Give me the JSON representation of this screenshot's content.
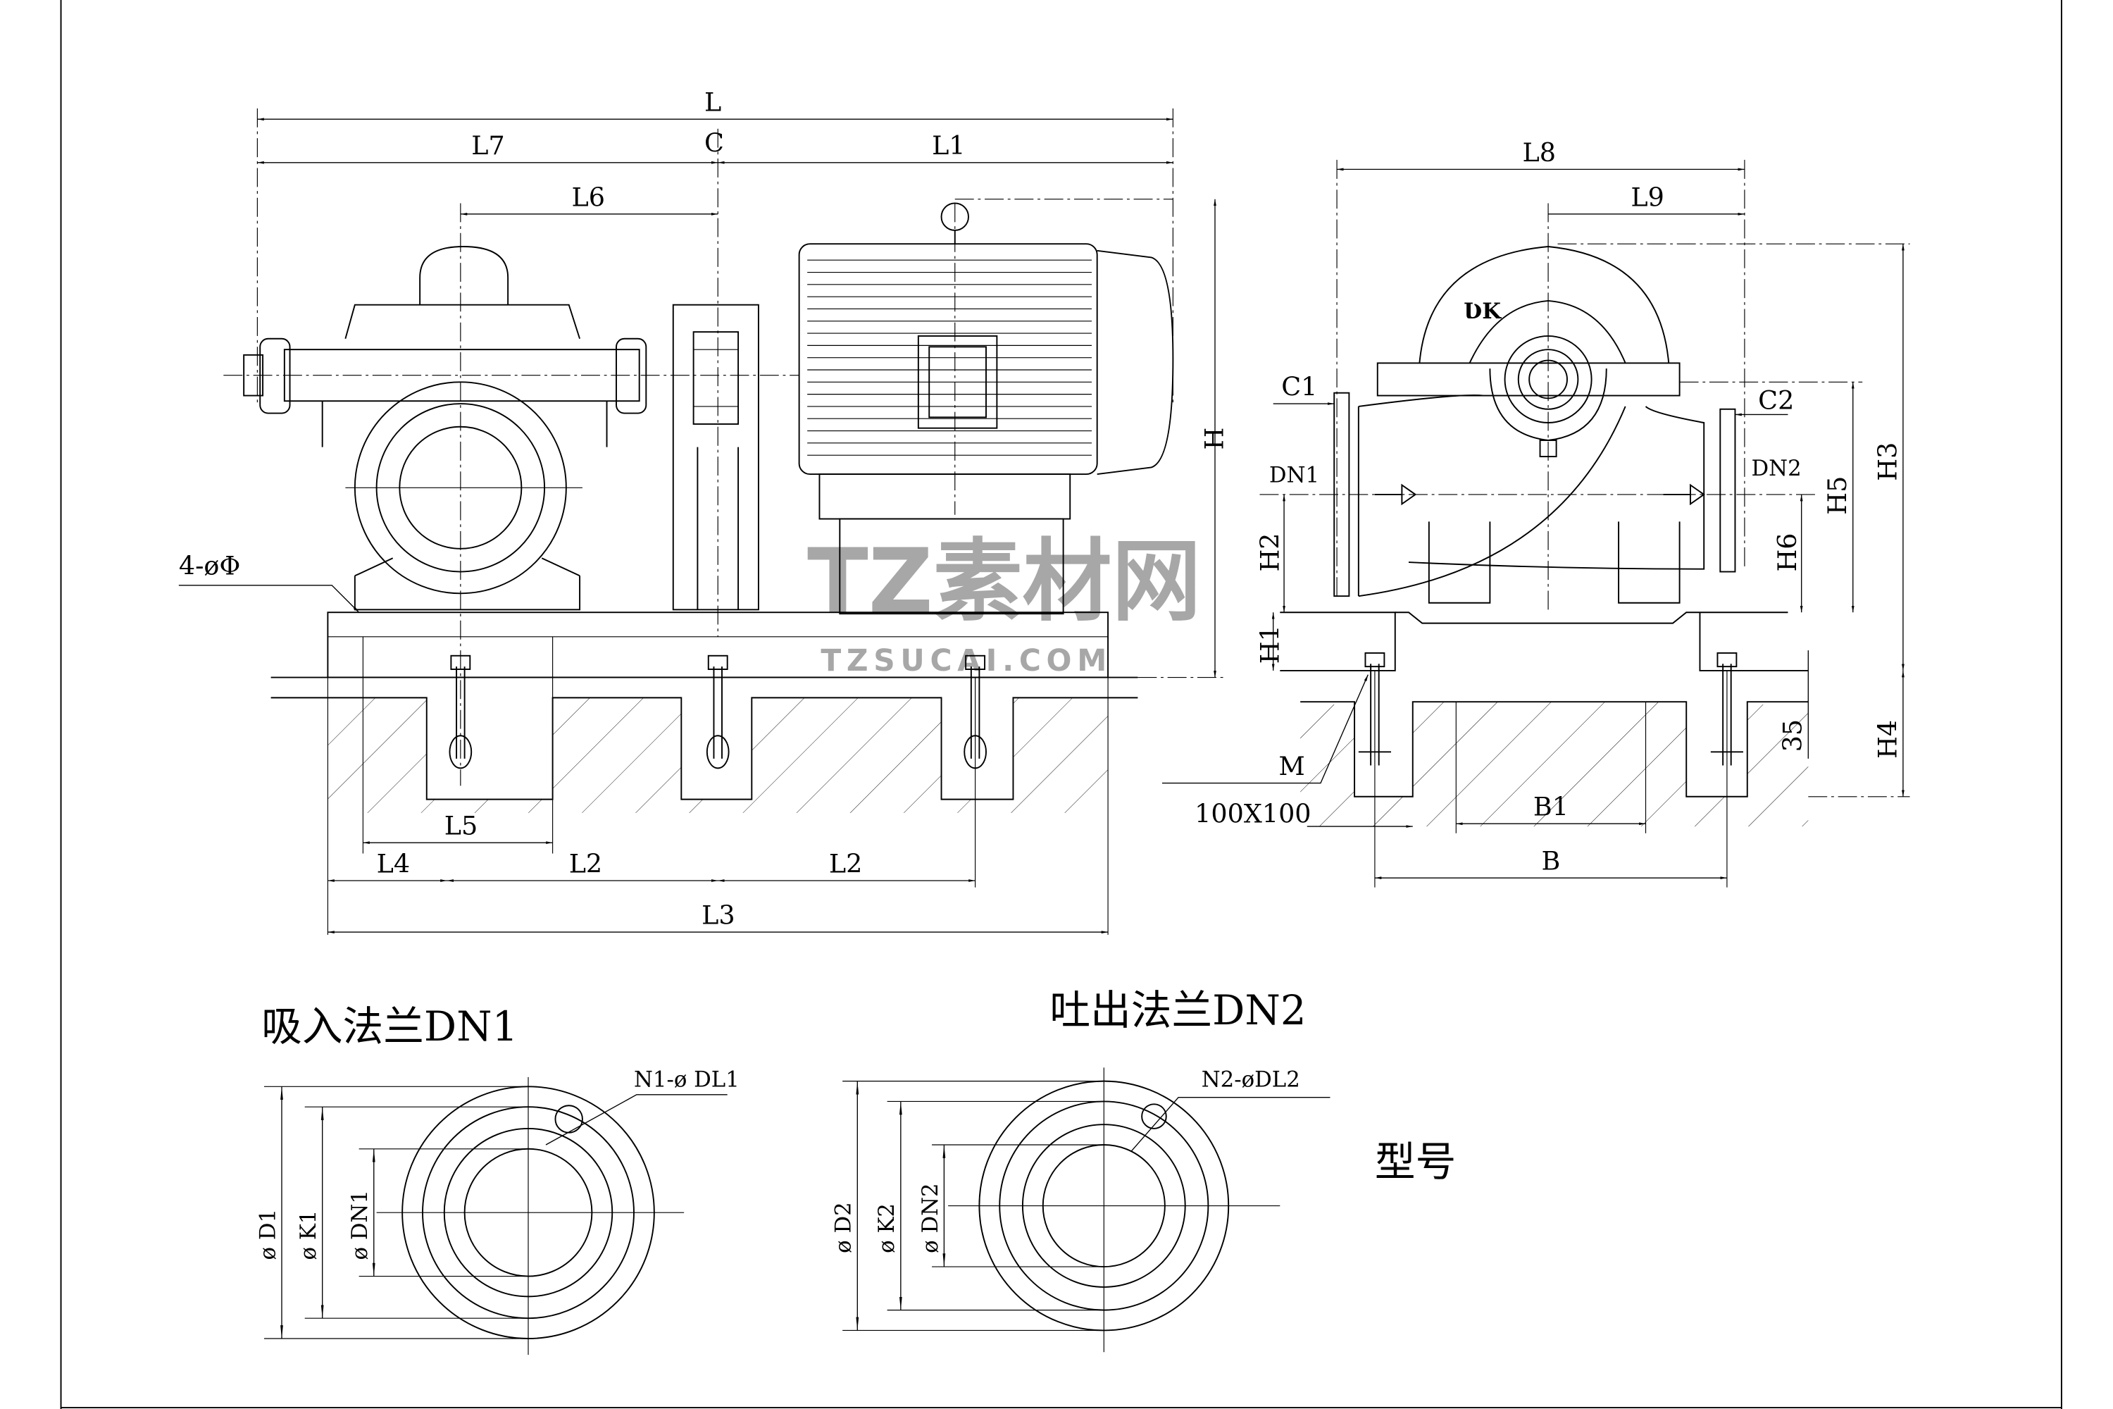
{
  "front_view": {
    "dims": {
      "L": "L",
      "L7": "L7",
      "C": "C",
      "L1": "L1",
      "L6": "L6",
      "H": "H",
      "L5": "L5",
      "L4": "L4",
      "L2a": "L2",
      "L2b": "L2",
      "L3": "L3"
    },
    "hole_note": "4-øΦ"
  },
  "side_view": {
    "dims": {
      "L8": "L8",
      "L9": "L9",
      "C1": "C1",
      "C2": "C2",
      "DN1": "DN1",
      "DN2": "DN2",
      "H1": "H1",
      "H2": "H2",
      "H3": "H3",
      "H4": "H4",
      "H5": "H5",
      "H6": "H6",
      "d35": "35",
      "M": "M",
      "pocket": "100X100",
      "B1": "B1",
      "B": "B"
    }
  },
  "suction_flange": {
    "title": "吸入法兰DN1",
    "holes": "N1-ø DL1",
    "D": "ø D1",
    "K": "ø K1",
    "DN": "ø DN1"
  },
  "discharge_flange": {
    "title": "吐出法兰DN2",
    "holes": "N2-øDL2",
    "D": "ø D2",
    "K": "ø K2",
    "DN": "ø DN2"
  },
  "model_label": "型号",
  "watermark": {
    "text": "TZ素材网",
    "url": "TZSUCAI.COM"
  }
}
